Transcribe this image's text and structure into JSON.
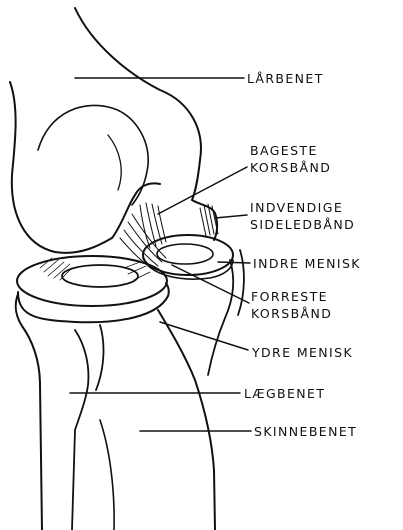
{
  "labels": {
    "femur": "LÅRBENET",
    "posterior_cruciate_1": "BAGESTE",
    "posterior_cruciate_2": "KORSBÅND",
    "medial_collateral_1": "INDVENDIGE",
    "medial_collateral_2": "SIDELEDBÅND",
    "medial_meniscus": "INDRE MENISK",
    "anterior_cruciate_1": "FORRESTE",
    "anterior_cruciate_2": "KORSBÅND",
    "lateral_meniscus": "YDRE MENISK",
    "fibula": "LÆGBENET",
    "tibia": "SKINNEBENET"
  },
  "colors": {
    "ink": "#111111",
    "paper": "#ffffff"
  }
}
